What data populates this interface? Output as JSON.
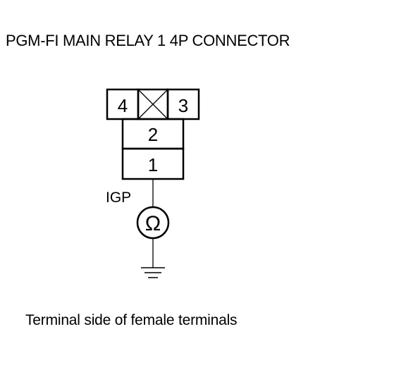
{
  "title": "PGM-FI MAIN RELAY 1 4P CONNECTOR",
  "caption": "Terminal side of female terminals",
  "connector": {
    "terminals": {
      "t4": "4",
      "t3": "3",
      "t2": "2",
      "t1": "1"
    }
  },
  "wire": {
    "label": "IGP"
  },
  "meter": {
    "symbol": "Ω"
  }
}
